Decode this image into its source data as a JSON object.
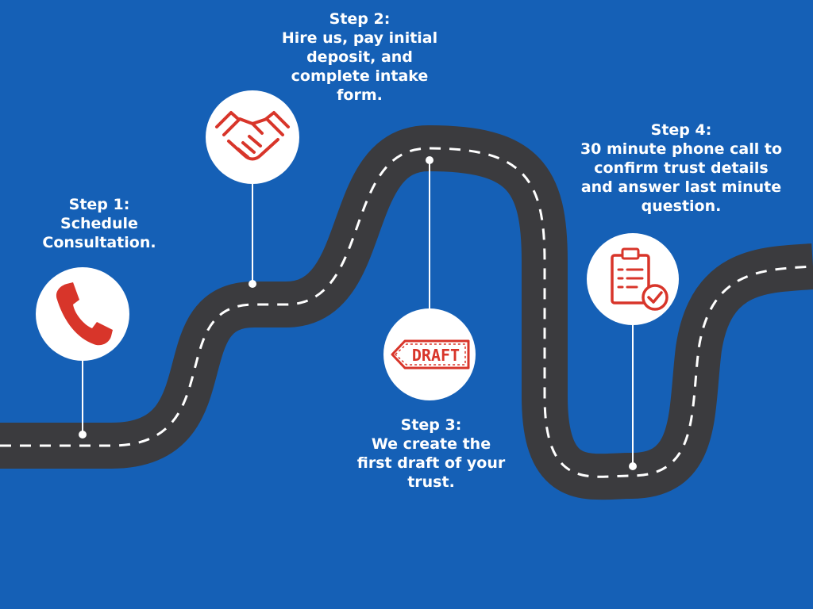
{
  "colors": {
    "background": "#1560b6",
    "road": "#3b3b3e",
    "dash": "#ffffff",
    "icon_red": "#d8352a",
    "circle": "#ffffff"
  },
  "steps": [
    {
      "head": "Step 1:",
      "lines": [
        "Schedule",
        "Consultation."
      ],
      "icon": "phone-icon"
    },
    {
      "head": "Step 2:",
      "lines": [
        "Hire us, pay initial",
        "deposit, and",
        "complete intake",
        "form."
      ],
      "icon": "handshake-icon"
    },
    {
      "head": "Step 3:",
      "lines": [
        "We create the",
        "first draft of your",
        "trust."
      ],
      "icon": "draft-stamp-icon",
      "icon_text": "DRAFT"
    },
    {
      "head": "Step 4:",
      "lines": [
        "30 minute phone call to",
        "confirm trust details",
        "and answer last minute",
        "question."
      ],
      "icon": "clipboard-check-icon"
    }
  ]
}
